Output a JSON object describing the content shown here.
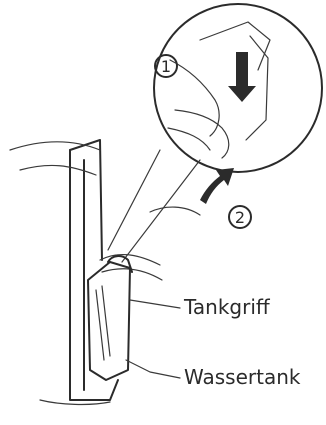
{
  "steps": [
    {
      "number": "1"
    },
    {
      "number": "2"
    }
  ],
  "labels": {
    "grip": "Tankgriff",
    "tank": "Wassertank"
  },
  "colors": {
    "ink": "#2b2b2b",
    "background": "#ffffff"
  }
}
